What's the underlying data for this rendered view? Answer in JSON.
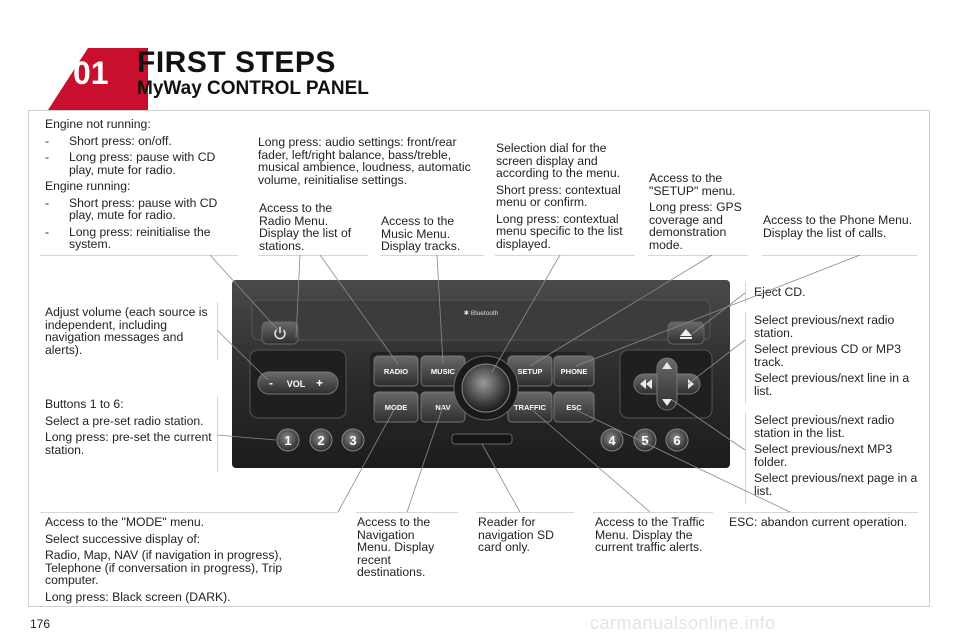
{
  "header": {
    "chapter": "01",
    "title": "FIRST STEPS",
    "subtitle": "MyWay CONTROL PANEL"
  },
  "page_number": "176",
  "watermark": "carmanualsonline.info",
  "panel": {
    "brand": "Bluetooth",
    "buttons": {
      "radio": "RADIO",
      "music": "MUSIC",
      "setup": "SETUP",
      "phone": "PHONE",
      "mode": "MODE",
      "nav": "NAV",
      "traffic": "TRAFFIC",
      "esc": "ESC",
      "vol": "VOL",
      "vol_minus": "-",
      "vol_plus": "+"
    },
    "presets": [
      "1",
      "2",
      "3",
      "4",
      "5",
      "6"
    ]
  },
  "annotations": {
    "power": {
      "cond1": "Engine not running:",
      "cond1_items": [
        "Short press: on/off.",
        "Long press: pause with CD play, mute for radio."
      ],
      "cond2": "Engine running:",
      "cond2_items": [
        "Short press: pause with CD play, mute for radio.",
        "Long press: reinitialise the system."
      ]
    },
    "audio": "Long press: audio settings: front/rear fader, left/right balance, bass/treble, musical ambience, loudness, automatic volume, reinitialise settings.",
    "radio": "Access to the Radio Menu. Display the list of stations.",
    "music": "Access to the Music Menu. Display tracks.",
    "dial": [
      "Selection dial for the screen display and according to the menu.",
      "Short press: contextual menu or confirm.",
      "Long press: contextual menu specific to the list displayed."
    ],
    "setup": [
      "Access to the \"SETUP\" menu.",
      "Long press: GPS coverage and demonstration mode."
    ],
    "phone": "Access to the Phone Menu. Display the list of calls.",
    "eject": "Eject CD.",
    "arrows_lr": [
      "Select previous/next radio station.",
      "Select previous CD or MP3 track.",
      "Select previous/next line in a list."
    ],
    "arrows_ud": [
      "Select previous/next radio station in the list.",
      "Select previous/next MP3 folder.",
      "Select previous/next page in a list."
    ],
    "volume": "Adjust volume (each source is independent, including navigation messages and alerts).",
    "presets": [
      "Buttons 1 to 6:",
      "Select a pre-set radio station.",
      "Long press: pre-set the current station."
    ],
    "mode": [
      "Access to the \"MODE\" menu.",
      "Select successive display of:",
      "Radio, Map, NAV (if navigation in progress), Telephone (if conversation in progress), Trip computer.",
      "Long press: Black screen (DARK)."
    ],
    "nav": "Access to the Navigation Menu. Display recent destinations.",
    "sd": "Reader for navigation SD card only.",
    "traffic": "Access to the Traffic Menu. Display the current traffic alerts.",
    "esc": "ESC: abandon current operation."
  },
  "colors": {
    "panel_body": "#2b2b2b",
    "panel_face": "#3a3a3a",
    "tab_red": "#c8102e",
    "leader": "#8a8a8a"
  }
}
